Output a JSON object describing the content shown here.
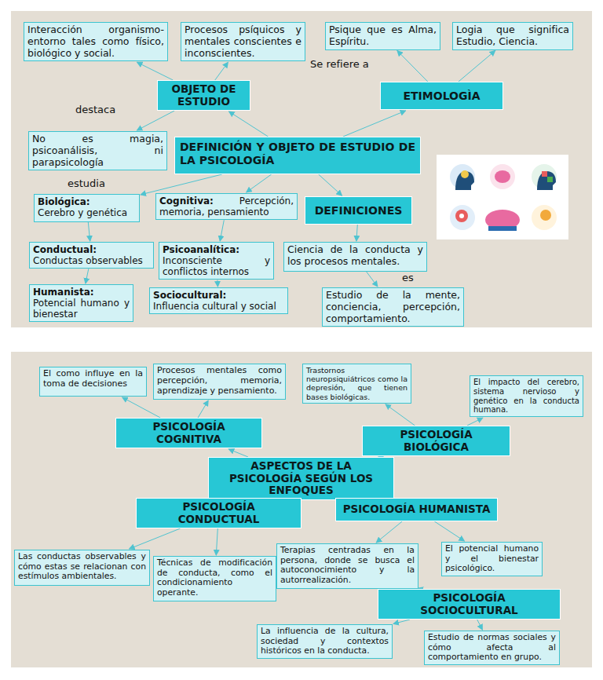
{
  "diagram": {
    "nodes": [
      {
        "text": [
          "Interacción organismo-entorno tales como físico, biológico y social."
        ]
      },
      {
        "text": [
          "Procesos psíquicos y mentales conscientes e inconscientes."
        ]
      },
      {
        "text": [
          "Psique que es Alma, Espíritu."
        ]
      },
      {
        "text": [
          "Logia que significa Estudio, Ciencia."
        ]
      },
      {
        "text": [
          "OBJETO DE ESTUDIO"
        ]
      },
      {
        "text": [
          "ETIMOLOGÌA"
        ]
      },
      {
        "text": [
          "No es magia, psicoanálisis, ni parapsicología"
        ]
      },
      {
        "text": [
          "DEFINICIÓN Y OBJETO DE ESTUDIO DE LA PSICOLOGÍA"
        ]
      },
      {
        "text": [
          "Biológica:",
          "Cerebro y genética"
        ]
      },
      {
        "text": [
          "Cognitiva:",
          "Percepción, memoria, pensamiento"
        ]
      },
      {
        "text": [
          "DEFINICIONES"
        ]
      },
      {
        "text": [
          "Conductual:",
          "Conductas observables"
        ]
      },
      {
        "text": [
          "Psicoanalítica:",
          "Inconsciente y conflictos internos"
        ]
      },
      {
        "text": [
          "Ciencia de la conducta y los procesos mentales."
        ]
      },
      {
        "text": [
          "Humanista:",
          "Potencial humano y bienestar"
        ]
      },
      {
        "text": [
          "Sociocultural:",
          "Influencia cultural y social"
        ]
      },
      {
        "text": [
          "Estudio de la mente, conciencia, percepción, comportamiento."
        ]
      },
      {
        "text": [
          "El como influye en la toma de decisiones"
        ]
      },
      {
        "text": [
          "Procesos mentales como percepción, memoria, aprendizaje y pensamiento."
        ]
      },
      {
        "text": [
          "Trastornos neuropsiquiátricos como la depresión, que tienen bases biológicas."
        ]
      },
      {
        "text": [
          "El impacto del cerebro, sistema nervioso y genético en la conducta humana."
        ]
      },
      {
        "text": [
          "PSICOLOGÍA COGNITIVA"
        ]
      },
      {
        "text": [
          "PSICOLOGÍA BIOLÓGICA"
        ]
      },
      {
        "text": [
          "ASPECTOS DE LA PSICOLOGÍA SEGÚN LOS ENFOQUES"
        ]
      },
      {
        "text": [
          "PSICOLOGÍA CONDUCTUAL"
        ]
      },
      {
        "text": [
          "PSICOLOGÍA HUMANISTA"
        ]
      },
      {
        "text": [
          "Las conductas observables y cómo estas se relacionan con estímulos ambientales."
        ]
      },
      {
        "text": [
          "Técnicas de modificación de conducta, como el condicionamiento operante."
        ]
      },
      {
        "text": [
          "Terapias centradas en la persona, donde se busca el autoconocimiento y la autorrealización."
        ]
      },
      {
        "text": [
          "El potencial humano y el bienestar psicológico."
        ]
      },
      {
        "text": [
          "PSICOLOGÍA SOCIOCULTURAL"
        ]
      },
      {
        "text": [
          "La influencia de la cultura, sociedad y contextos históricos en la conducta."
        ]
      },
      {
        "text": [
          "Estudio de normas sociales y cómo afecta al comportamiento en grupo."
        ]
      }
    ],
    "edges": [
      {
        "from": 7,
        "to": 4,
        "arrow": "to"
      },
      {
        "from": 7,
        "to": 5,
        "arrow": "to"
      },
      {
        "from": 4,
        "to": 0,
        "arrow": "to"
      },
      {
        "from": 4,
        "to": 1,
        "arrow": "to"
      },
      {
        "from": 5,
        "to": 2,
        "arrow": "to"
      },
      {
        "from": 5,
        "to": 3,
        "arrow": "to"
      },
      {
        "from": 4,
        "to": 6,
        "arrow": "to"
      },
      {
        "from": 7,
        "to": 8,
        "arrow": "to"
      },
      {
        "from": 7,
        "to": 9,
        "arrow": "to"
      },
      {
        "from": 7,
        "to": 10,
        "arrow": "to"
      },
      {
        "from": 8,
        "to": 11,
        "arrow": "to"
      },
      {
        "from": 11,
        "to": 14,
        "arrow": "to"
      },
      {
        "from": 9,
        "to": 12,
        "arrow": "to"
      },
      {
        "from": 12,
        "to": 15,
        "arrow": "to"
      },
      {
        "from": 10,
        "to": 13,
        "arrow": "to"
      },
      {
        "from": 13,
        "to": 16,
        "arrow": "to"
      },
      {
        "from": 23,
        "to": 21,
        "arrow": "to"
      },
      {
        "from": 23,
        "to": 22,
        "arrow": "to"
      },
      {
        "from": 23,
        "to": 24,
        "arrow": "to"
      },
      {
        "from": 23,
        "to": 25,
        "arrow": "to"
      },
      {
        "from": 21,
        "to": 17,
        "arrow": "to"
      },
      {
        "from": 21,
        "to": 18,
        "arrow": "to"
      },
      {
        "from": 22,
        "to": 19,
        "arrow": "to"
      },
      {
        "from": 22,
        "to": 20,
        "arrow": "to"
      },
      {
        "from": 24,
        "to": 26,
        "arrow": "to"
      },
      {
        "from": 24,
        "to": 27,
        "arrow": "to"
      },
      {
        "from": 25,
        "to": 28,
        "arrow": "to"
      },
      {
        "from": 25,
        "to": 29,
        "arrow": "to"
      },
      {
        "from": 28,
        "to": 30,
        "arrow": "to"
      },
      {
        "from": 30,
        "to": 31,
        "arrow": "to"
      },
      {
        "from": 30,
        "to": 32,
        "arrow": "to"
      }
    ],
    "labels": [
      "Se refiere a",
      "destaca",
      "estudia",
      "es"
    ]
  }
}
